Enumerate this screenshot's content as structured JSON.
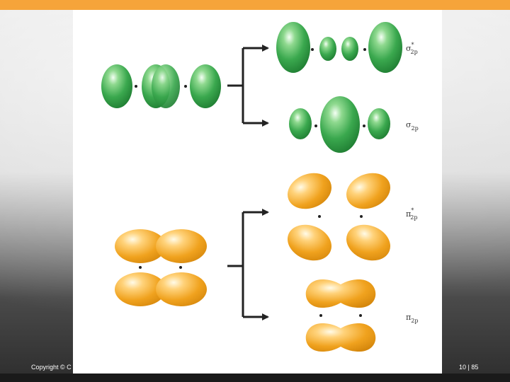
{
  "slide": {
    "copyright_text": "Copyright © C",
    "page_number": "10 | 85"
  },
  "orbitals": [
    {
      "symbol": "σ",
      "star": "*",
      "subscript": "2p"
    },
    {
      "symbol": "σ",
      "star": "",
      "subscript": "2p"
    },
    {
      "symbol": "π",
      "star": "*",
      "subscript": "2p"
    },
    {
      "symbol": "π",
      "star": "",
      "subscript": "2p"
    }
  ],
  "colors": {
    "accent_bar": "#f6a43a",
    "sigma_lobe": "#3aa84e",
    "pi_lobe": "#f0a21e",
    "arrow": "#222222"
  }
}
